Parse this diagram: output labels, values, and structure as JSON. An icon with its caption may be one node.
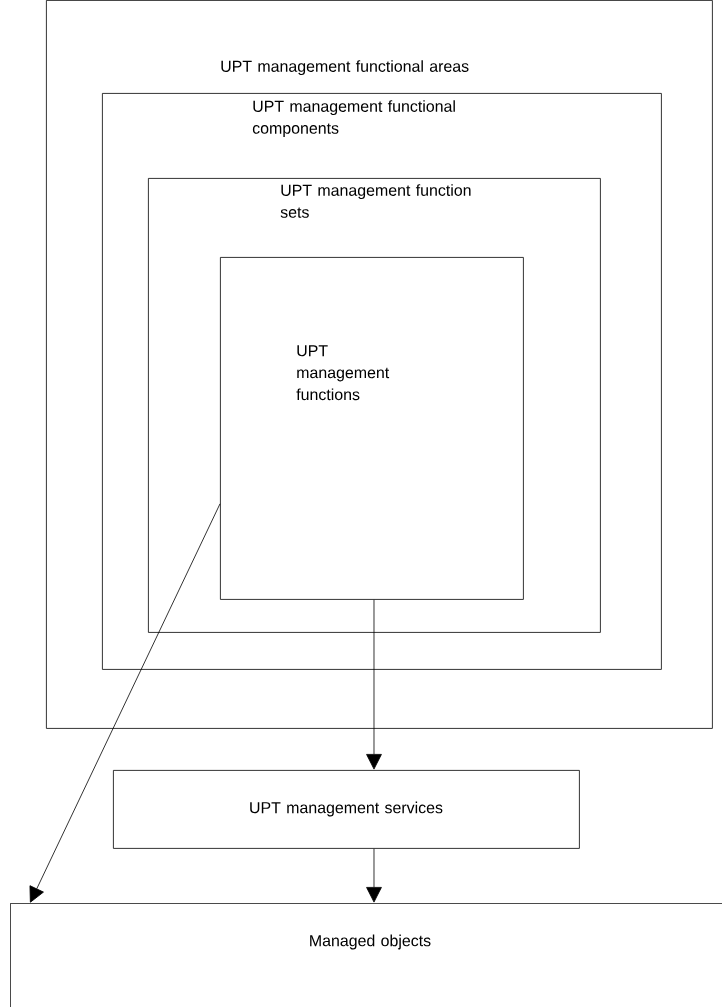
{
  "diagram": {
    "nodes": [
      {
        "text": [
          "UPT management functional areas"
        ]
      },
      {
        "text": [
          "UPT management functional components"
        ],
        "in": 0
      },
      {
        "text": [
          "UPT management function sets"
        ],
        "in": 1
      },
      {
        "text": [
          "UPT management functions"
        ],
        "in": 2
      },
      {
        "text": [
          "UPT management services"
        ]
      },
      {
        "text": [
          "Managed objects"
        ]
      }
    ],
    "edges": [
      {
        "from": 3,
        "to": 4,
        "arrow": "to"
      },
      {
        "from": 4,
        "to": 5,
        "arrow": "to"
      },
      {
        "from": 3,
        "to": 5,
        "arrow": "to"
      }
    ]
  }
}
